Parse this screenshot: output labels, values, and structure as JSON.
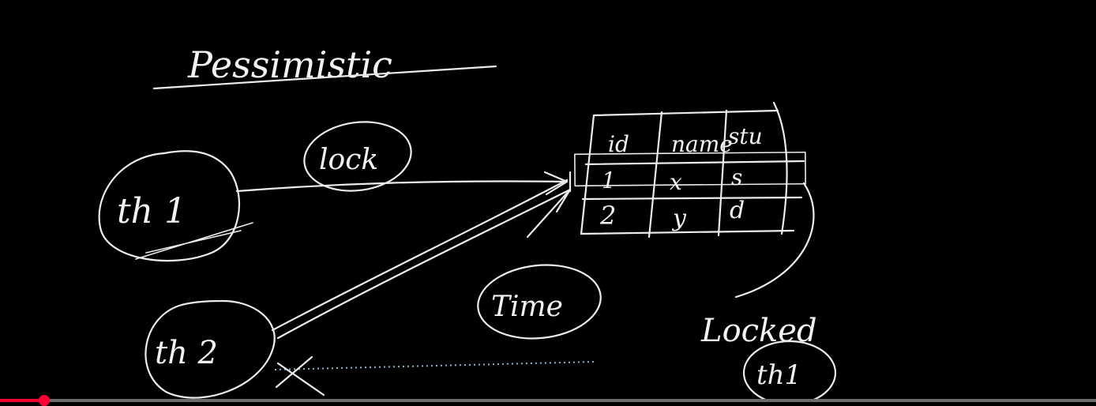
{
  "whiteboard": {
    "title": "Pessimistic",
    "lock_label": "lock",
    "time_label": "Time",
    "locked_label": "Locked",
    "thread1_label": "th 1",
    "thread2_label": "th 2",
    "locked_thread_label": "th1",
    "table": {
      "headers": [
        "id",
        "name",
        "stu"
      ],
      "rows": [
        [
          "1",
          "x",
          "s"
        ],
        [
          "2",
          "y",
          "d"
        ]
      ]
    }
  },
  "colors": {
    "background": "#000000",
    "ink": "#ececec",
    "dotted_line": "#8fb7cc",
    "progress_fill": "#ff0033",
    "progress_track": "#6b6b6b"
  },
  "player": {
    "progress_fraction": 0.04
  }
}
